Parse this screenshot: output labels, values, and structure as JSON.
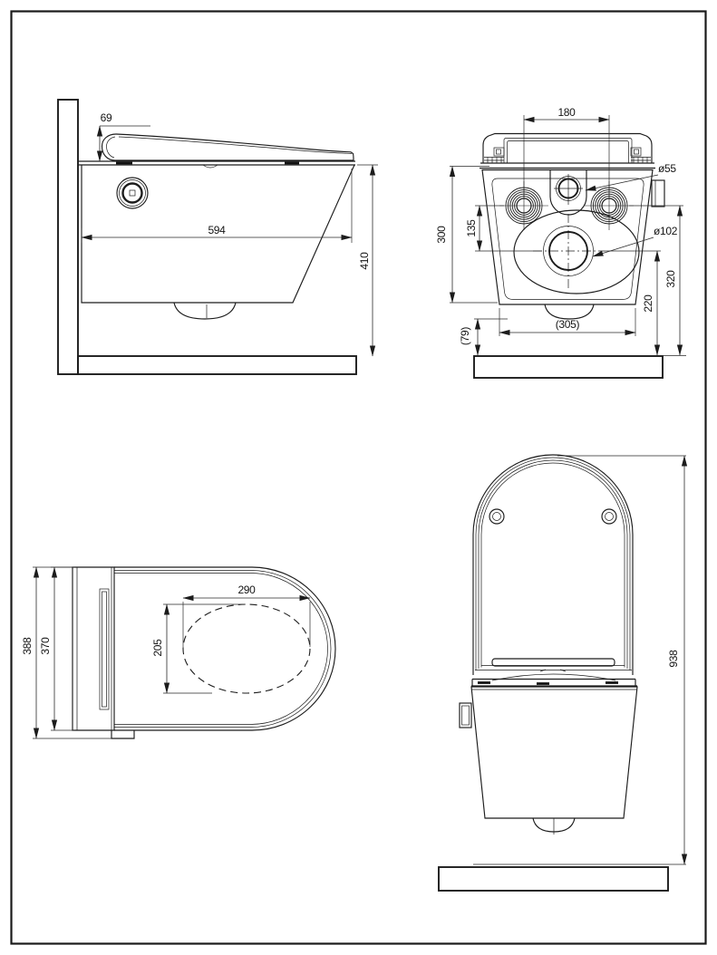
{
  "drawing": {
    "background": "#ffffff",
    "line_color": "#1c1c1c",
    "views": {
      "side": {
        "dims": {
          "lid_height": "69",
          "depth": "594",
          "height": "410"
        }
      },
      "rear": {
        "dims": {
          "bolt_spacing": "180",
          "top_hole_dia": "ø55",
          "bolt_to_drain": "135",
          "body_height": "300",
          "drain_dia": "ø102",
          "drain_height": "220",
          "bolt_height": "320",
          "bottom_width": "(305)",
          "floor_clearance": "(79)"
        }
      },
      "top": {
        "dims": {
          "overall_width": "388",
          "body_width": "370",
          "bowl_length": "290",
          "bowl_width": "205"
        }
      },
      "front_open": {
        "dims": {
          "total_height": "938"
        }
      }
    }
  }
}
